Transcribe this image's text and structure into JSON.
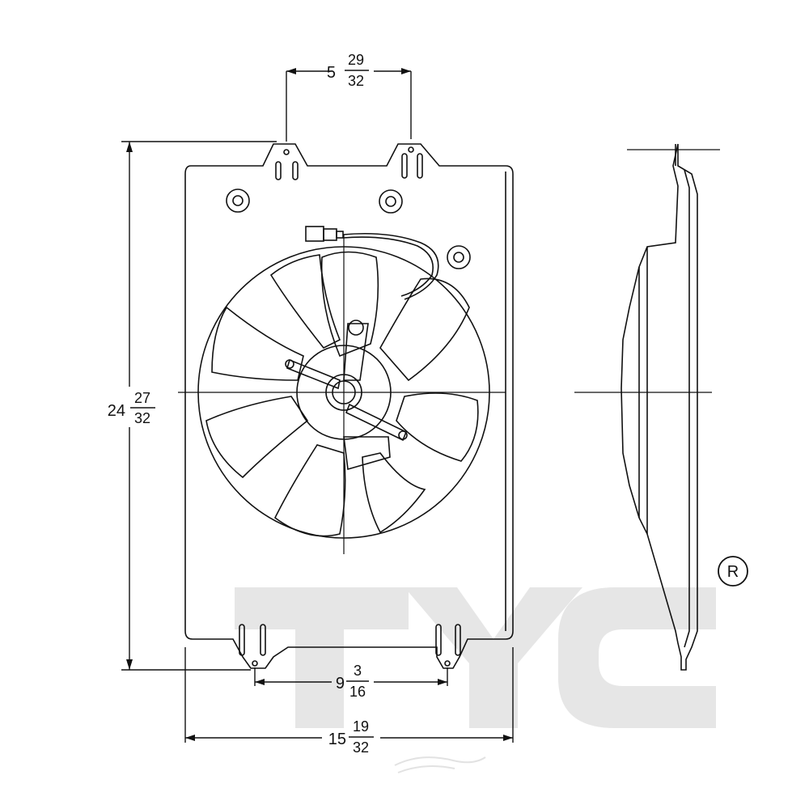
{
  "dimensions": {
    "top_bracket": {
      "whole": "5",
      "num": "29",
      "den": "32"
    },
    "height": {
      "whole": "24",
      "num": "27",
      "den": "32"
    },
    "bottom_bracket": {
      "whole": "9",
      "num": "3",
      "den": "16"
    },
    "width": {
      "whole": "15",
      "num": "19",
      "den": "32"
    }
  },
  "registered_mark": "R",
  "colors": {
    "line": "#111111",
    "watermark": "#e6e6e6"
  }
}
